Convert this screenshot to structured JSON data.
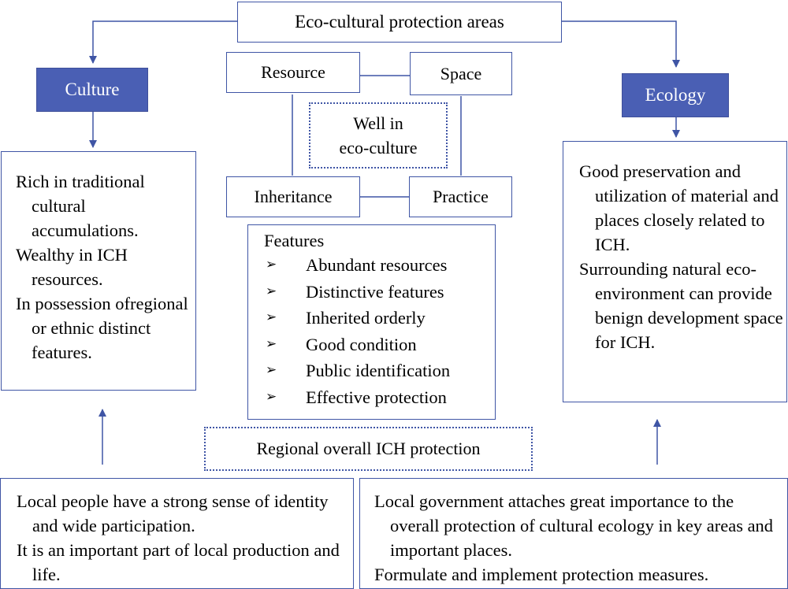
{
  "top": {
    "title": "Eco-cultural protection areas"
  },
  "culture": {
    "label": "Culture",
    "items": [
      "Rich in traditional cultural accumulations.",
      "Wealthy in ICH resources.",
      "In possession ofregional or ethnic distinct features."
    ]
  },
  "ecology": {
    "label": "Ecology",
    "items": [
      "Good preservation and utilization of material and places closely related to ICH.",
      "Surrounding natural eco-environment can provide benign development space for ICH."
    ]
  },
  "center": {
    "resource": "Resource",
    "space": "Space",
    "inheritance": "Inheritance",
    "practice": "Practice",
    "core_line1": "Well in",
    "core_line2": "eco-culture"
  },
  "features": {
    "title": "Features",
    "bullet_glyph": "➢",
    "items": [
      "Abundant resources",
      "Distinctive features",
      "Inherited orderly",
      "Good condition",
      "Public identification",
      "Effective protection"
    ]
  },
  "regional": {
    "label": "Regional overall ICH protection"
  },
  "bottom_left": {
    "items": [
      "Local people have a strong sense of identity and wide participation.",
      "It is an important part of local production and life."
    ]
  },
  "bottom_right": {
    "items": [
      "Local government attaches great importance to the overall protection of cultural ecology in key areas and important places.",
      "Formulate and implement protection measures."
    ]
  },
  "colors": {
    "line": "#3f55a5",
    "accent_fill": "#4a5fb4"
  }
}
